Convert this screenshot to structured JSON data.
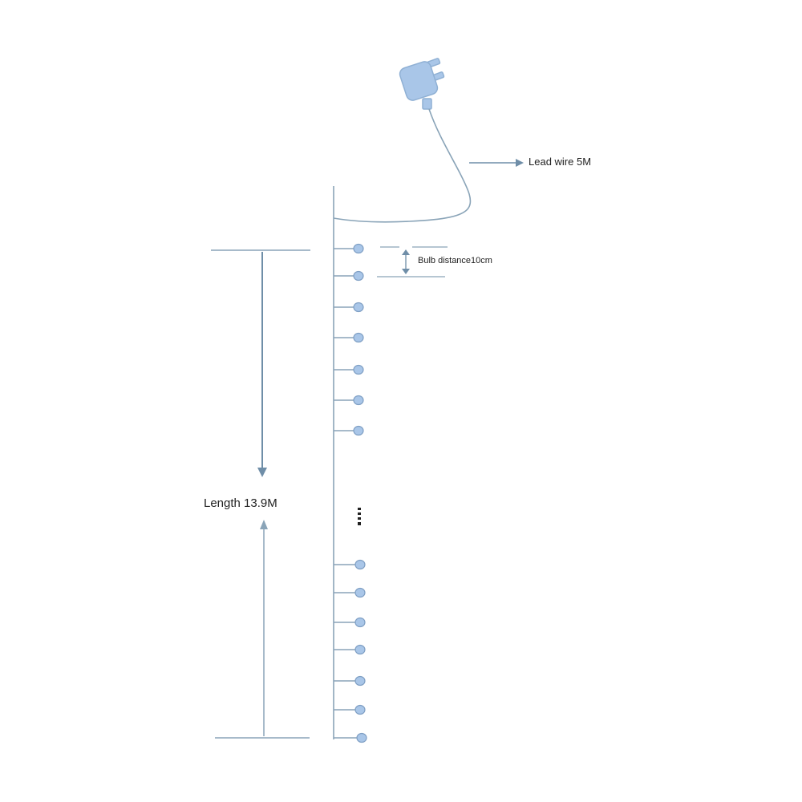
{
  "labels": {
    "lead_wire": "Lead wire 5M",
    "bulb_distance": "Bulb distance10cm",
    "length": "Length 13.9M"
  },
  "colors": {
    "line": "#8aa4b8",
    "arrow": "#6f8ea8",
    "bulb_fill": "#a9c6e8",
    "bulb_stroke": "#7f9fc4",
    "plug_fill": "#a9c6e8",
    "plug_stroke": "#8fb0d4",
    "text": "#222222"
  },
  "icons": {
    "plug": "power-adapter-icon",
    "bulb": "bulb-icon",
    "ellipsis": "vertical-ellipsis-icon"
  }
}
